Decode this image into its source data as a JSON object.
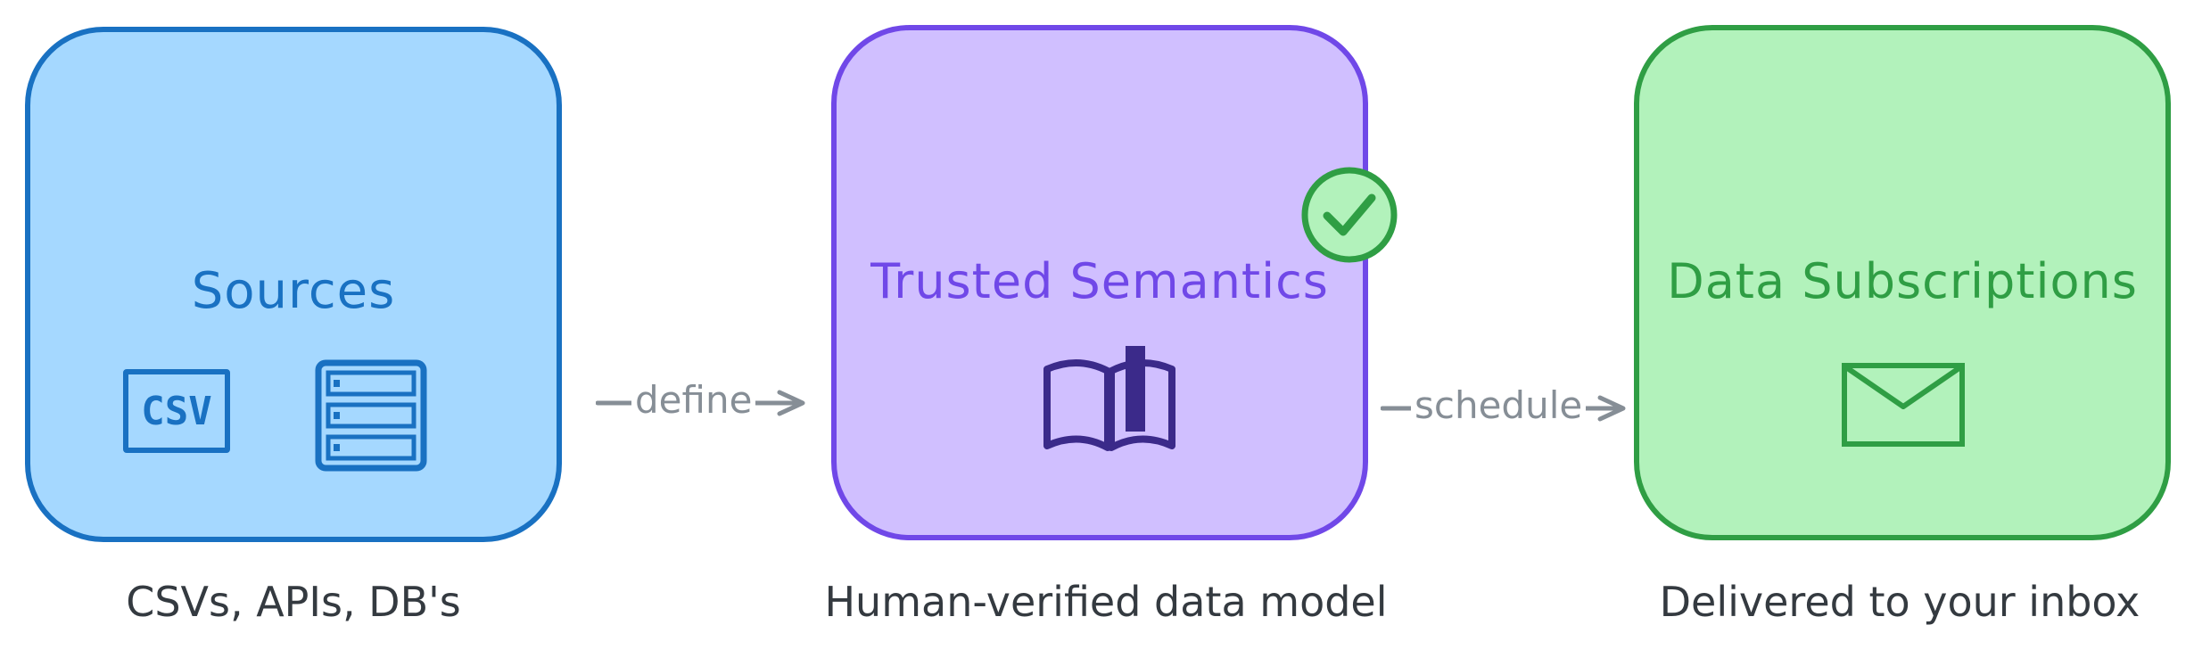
{
  "nodes": {
    "sources": {
      "title": "Sources",
      "caption": "CSVs, APIs, DB's",
      "fill": "#a5d8ff",
      "stroke": "#1971c2",
      "icons": [
        "csv-file-icon",
        "database-icon"
      ],
      "csv_icon_text": "CSV"
    },
    "semantics": {
      "title": "Trusted Semantics",
      "caption": "Human-verified data model",
      "fill": "#d0bfff",
      "stroke": "#7048e8",
      "icons": [
        "book-icon",
        "check-badge-icon"
      ]
    },
    "subscriptions": {
      "title": "Data Subscriptions",
      "caption": "Delivered to your inbox",
      "fill": "#b2f2bb",
      "stroke": "#2f9e44",
      "icons": [
        "mail-icon"
      ]
    }
  },
  "edges": {
    "define": {
      "label": "define",
      "from": "Sources",
      "to": "Trusted Semantics",
      "color": "#868e96"
    },
    "schedule": {
      "label": "schedule",
      "from": "Trusted Semantics",
      "to": "Data Subscriptions",
      "color": "#868e96"
    }
  }
}
